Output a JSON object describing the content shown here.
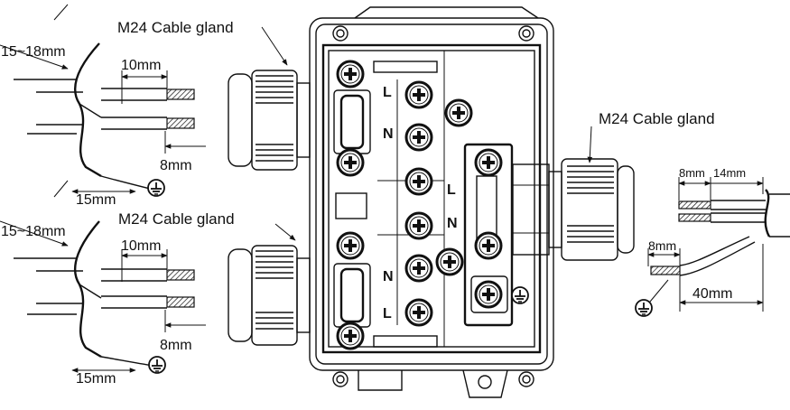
{
  "labels": {
    "gland_top_left": "M24 Cable gland",
    "gland_bottom_left": "M24 Cable gland",
    "gland_right": "M24 Cable gland"
  },
  "dimensions": {
    "strip_sheath_top": "15~18mm",
    "strip_sheath_bottom": "15~18mm",
    "insulation_top": "10mm",
    "insulation_bottom": "10mm",
    "earth_extra_top": "8mm",
    "earth_extra_bottom": "8mm",
    "sheath_top": "15mm",
    "sheath_bottom": "15mm",
    "right_8mm_top": "8mm",
    "right_14mm": "14mm",
    "right_8mm_earth": "8mm",
    "right_40mm": "40mm"
  },
  "terminals": {
    "top_L": "L",
    "top_N": "N",
    "mid_L": "L",
    "mid_N": "N",
    "bot_N": "N",
    "bot_L": "L"
  },
  "icons": [
    "earth-symbol-icon",
    "terminal-screw-icon"
  ]
}
